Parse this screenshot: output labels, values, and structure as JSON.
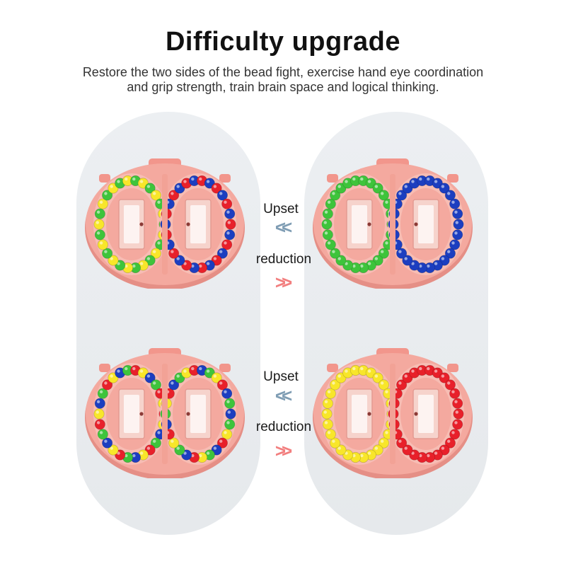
{
  "header": {
    "title": "Difficulty upgrade",
    "subtitle_line1": "Restore the two sides of the bead fight, exercise hand eye coordination",
    "subtitle_line2": "and grip strength, train brain space and logical thinking."
  },
  "rows": [
    {
      "upset_label": "Upset",
      "reduction_label": "reduction",
      "back_arrow": "<<",
      "forward_arrow": ">>",
      "scrambled_toy": {
        "left_colors": [
          "green",
          "yellow"
        ],
        "right_colors": [
          "blue",
          "red"
        ]
      },
      "solved_toy": {
        "left_colors": [
          "green"
        ],
        "right_colors": [
          "blue"
        ]
      }
    },
    {
      "upset_label": "Upset",
      "reduction_label": "reduction",
      "back_arrow": "<<",
      "forward_arrow": ">>",
      "scrambled_toy": {
        "left_colors": [
          "red",
          "yellow",
          "blue",
          "green"
        ],
        "right_colors": [
          "red",
          "blue",
          "green",
          "yellow"
        ]
      },
      "solved_toy": {
        "left_colors": [
          "yellow"
        ],
        "right_colors": [
          "red"
        ]
      }
    }
  ],
  "colors": {
    "panel": "#e8ebee",
    "toy_body": "#f4a99f",
    "back_arrow": "#7f9db4",
    "forward_arrow": "#f27f7f",
    "red": "#e8202a",
    "green": "#3ec43b",
    "yellow": "#f8e62a",
    "blue": "#1c3ec0"
  }
}
